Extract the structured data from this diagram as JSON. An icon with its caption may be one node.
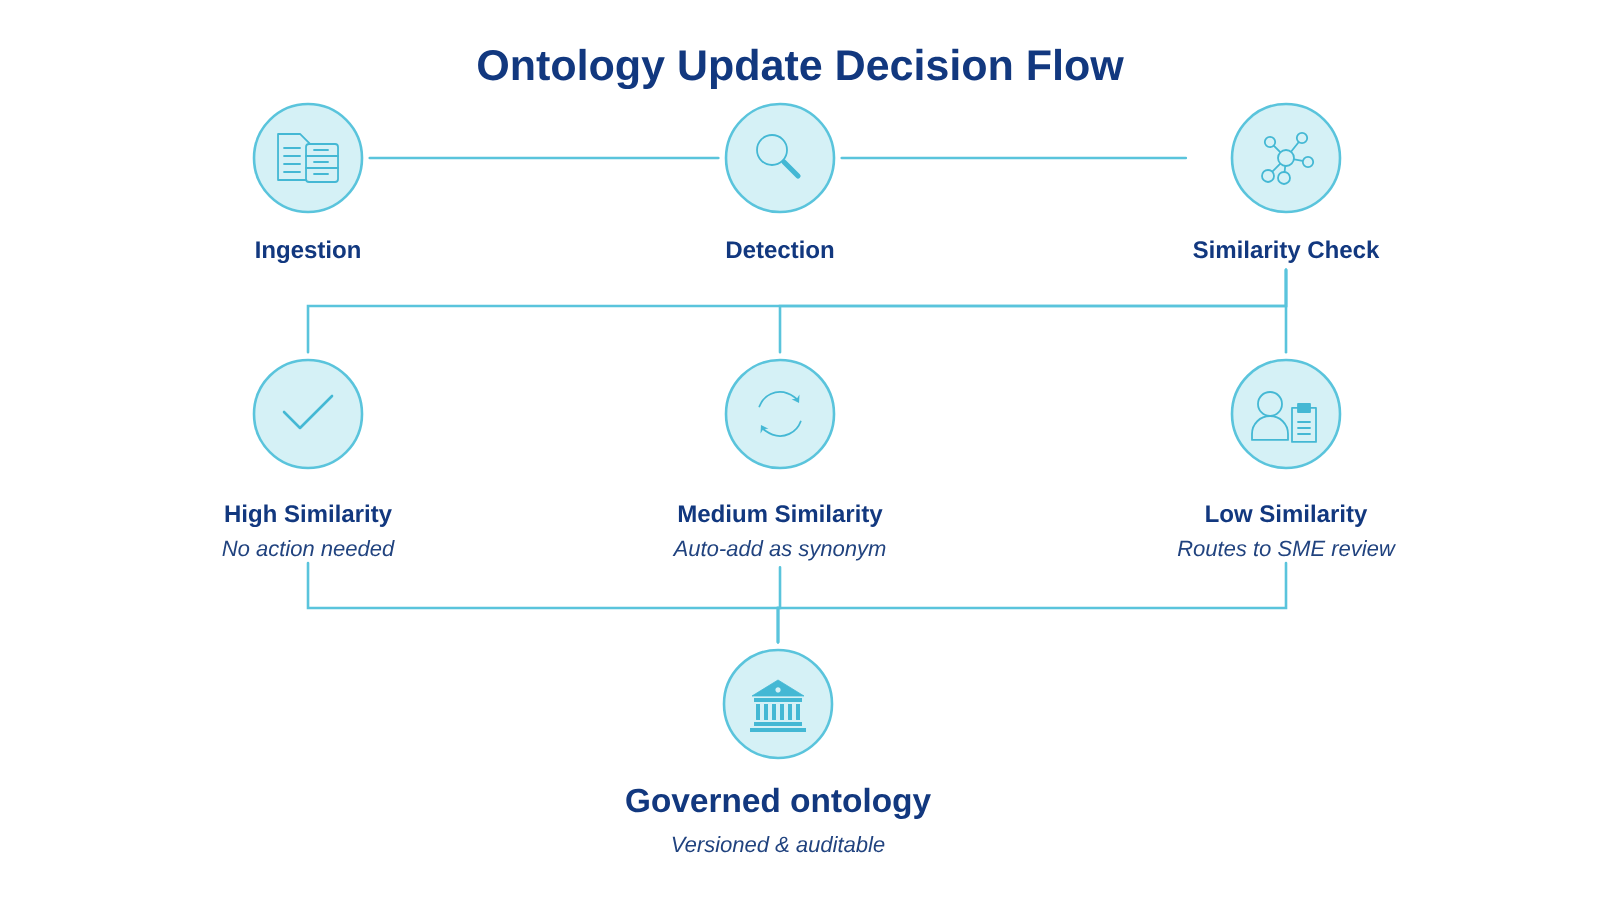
{
  "diagram": {
    "title": "Ontology Update Decision Flow",
    "nodes": [
      {
        "text": [
          "Ingestion"
        ]
      },
      {
        "text": [
          "Detection"
        ]
      },
      {
        "text": [
          "Similarity Check"
        ]
      },
      {
        "text": [
          "High Similarity",
          "No action needed"
        ]
      },
      {
        "text": [
          "Medium Similarity",
          "Auto-add as synonym"
        ]
      },
      {
        "text": [
          "Low Similarity",
          "Routes to SME review"
        ]
      },
      {
        "text": [
          "Governed ontology",
          "Versioned & auditable"
        ]
      }
    ],
    "edges": [
      {
        "from": 0,
        "to": 1,
        "arrow": "none"
      },
      {
        "from": 1,
        "to": 2,
        "arrow": "none"
      },
      {
        "from": 2,
        "to": 3,
        "arrow": "none"
      },
      {
        "from": 2,
        "to": 4,
        "arrow": "none"
      },
      {
        "from": 2,
        "to": 5,
        "arrow": "none"
      },
      {
        "from": 3,
        "to": 6,
        "arrow": "none"
      },
      {
        "from": 4,
        "to": 6,
        "arrow": "none"
      },
      {
        "from": 5,
        "to": 6,
        "arrow": "none"
      }
    ]
  }
}
